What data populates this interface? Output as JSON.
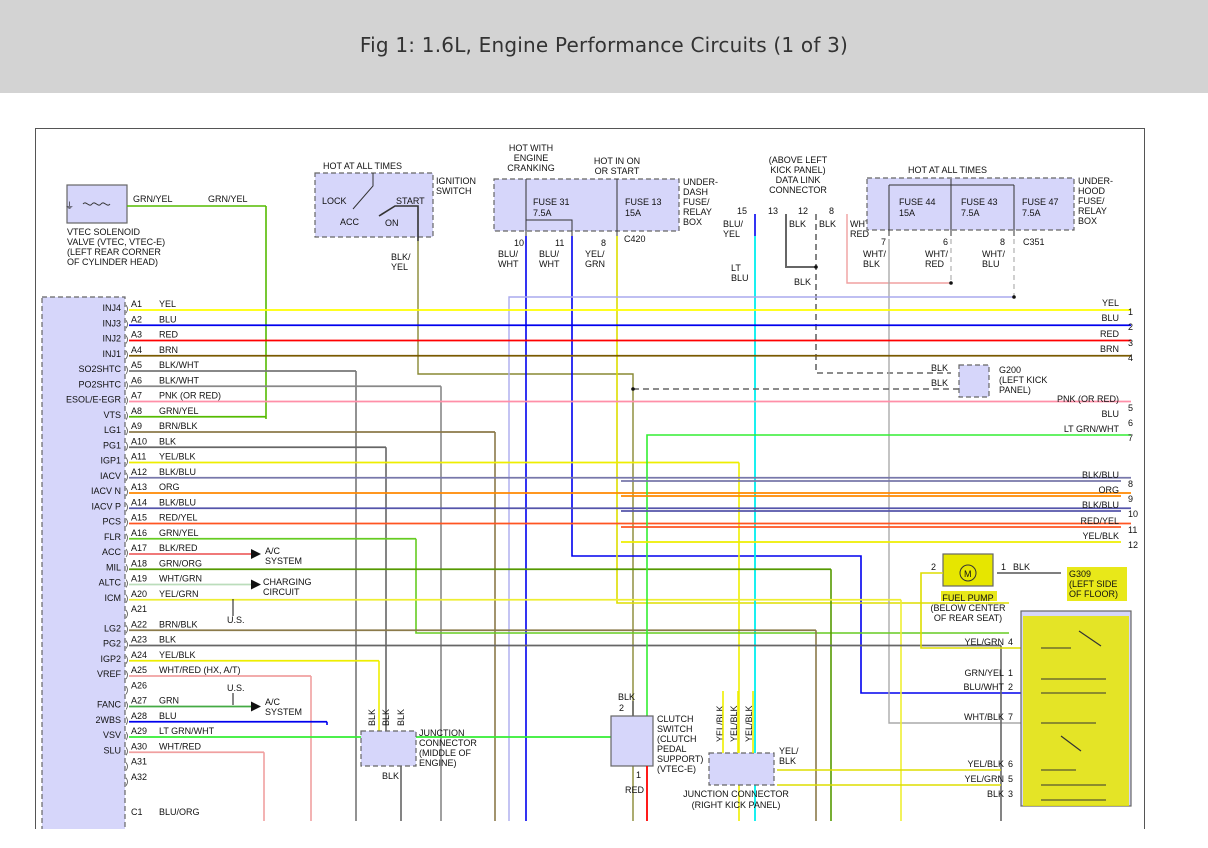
{
  "header": {
    "title": "Fig 1: 1.6L, Engine Performance Circuits (1 of 3)"
  },
  "components": {
    "vtec_solenoid": {
      "label": [
        "VTEC SOLENOID",
        "VALVE  (VTEC, VTEC-E)",
        "(LEFT REAR CORNER",
        "OF CYLINDER HEAD)"
      ],
      "wire1": "GRN/YEL",
      "wire2": "GRN/YEL"
    },
    "ignition_switch": {
      "supply": "HOT AT ALL TIMES",
      "label": [
        "IGNITION",
        "SWITCH"
      ],
      "positions": [
        "LOCK",
        "ACC",
        "ON",
        "START"
      ],
      "output_wire": [
        "BLK/",
        "YEL"
      ]
    },
    "underdash_fuse_box": {
      "label": [
        "UNDER-",
        "DASH",
        "FUSE/",
        "RELAY",
        "BOX"
      ],
      "supply_left": [
        "HOT WITH",
        "ENGINE",
        "CRANKING"
      ],
      "supply_right": [
        "HOT IN ON",
        "OR START"
      ],
      "fuses": [
        {
          "name": "FUSE 31",
          "rating": "7.5A"
        },
        {
          "name": "FUSE 13",
          "rating": "15A"
        }
      ],
      "connector": "C420",
      "pins": [
        {
          "pin": "10",
          "wire": [
            "BLU/",
            "WHT"
          ]
        },
        {
          "pin": "11",
          "wire": [
            "BLU/",
            "WHT"
          ]
        },
        {
          "pin": "8",
          "wire": [
            "YEL/",
            "GRN"
          ]
        }
      ]
    },
    "data_link_connector": {
      "label": [
        "(ABOVE LEFT",
        "KICK PANEL)",
        "DATA LINK",
        "CONNECTOR"
      ],
      "pins": [
        {
          "pin": "15",
          "wire": [
            "BLU/",
            "YEL"
          ]
        },
        {
          "pin": "13",
          "wire": [
            "BLK"
          ]
        },
        {
          "pin": "12",
          "wire": [
            "BLK"
          ]
        },
        {
          "pin": "8",
          "wire": [
            "WHT/",
            "RED"
          ]
        }
      ],
      "below_wire": [
        "LT",
        "BLU"
      ],
      "blk_label": "BLK"
    },
    "underhood_fuse_box": {
      "label": [
        "UNDER-",
        "HOOD",
        "FUSE/",
        "RELAY",
        "BOX"
      ],
      "supply": "HOT AT ALL TIMES",
      "fuses": [
        {
          "name": "FUSE 44",
          "rating": "15A"
        },
        {
          "name": "FUSE 43",
          "rating": "7.5A"
        },
        {
          "name": "FUSE 47",
          "rating": "7.5A"
        }
      ],
      "connector": "C351",
      "pins": [
        {
          "pin": "7",
          "wire": [
            "WHT/",
            "BLK"
          ]
        },
        {
          "pin": "6",
          "wire": [
            "WHT/",
            "RED"
          ]
        },
        {
          "pin": "8",
          "wire": [
            "WHT/",
            "BLU"
          ]
        }
      ]
    },
    "g200": {
      "label": [
        "G200",
        "(LEFT KICK",
        "PANEL)"
      ],
      "wires": [
        "BLK",
        "BLK"
      ]
    },
    "fuel_pump": {
      "label": [
        "FUEL PUMP",
        "(BELOW CENTER",
        "OF REAR SEAT)"
      ],
      "pin_left": "2",
      "pin_right": "1",
      "out_wire": "BLK",
      "ground": [
        "G309",
        "(LEFT SIDE",
        "OF FLOOR)"
      ],
      "motor": "M"
    },
    "main_relay": {
      "pins": [
        {
          "wire": "YEL/GRN",
          "pin": "4"
        },
        {
          "wire": "GRN/YEL",
          "pin": "1"
        },
        {
          "wire": "BLU/WHT",
          "pin": "2"
        },
        {
          "wire": "WHT/BLK",
          "pin": "7"
        },
        {
          "wire": "YEL/BLK",
          "pin": "6"
        },
        {
          "wire": "YEL/GRN",
          "pin": "5"
        },
        {
          "wire": "BLK",
          "pin": "3"
        }
      ]
    },
    "junction_engine": {
      "label": [
        "JUNCTION",
        "CONNECTOR",
        "(MIDDLE OF",
        "ENGINE)"
      ],
      "inputs": [
        "BLK",
        "BLK",
        "BLK"
      ],
      "output": "BLK"
    },
    "clutch_switch": {
      "label": [
        "CLUTCH",
        "SWITCH",
        "(CLUTCH",
        "PEDAL",
        "SUPPORT)",
        "(VTEC-E)"
      ],
      "pin_top": "2",
      "wire_top": "BLK",
      "pin_bottom": "1",
      "wire_bottom": "RED"
    },
    "junction_kick": {
      "label": [
        "JUNCTION CONNECTOR",
        "(RIGHT KICK PANEL)"
      ],
      "inputs": [
        "YEL/BLK",
        "YEL/BLK",
        "YEL/BLK"
      ],
      "output": [
        "YEL/",
        "BLK"
      ]
    },
    "ac_system_1": [
      "A/C",
      "SYSTEM"
    ],
    "charging": [
      "CHARGING",
      "CIRCUIT"
    ],
    "ac_system_2": [
      "A/C",
      "SYSTEM"
    ],
    "us_label": "U.S."
  },
  "ecm_pins": [
    {
      "fn": "INJ4",
      "pin": "A1",
      "wire": "YEL",
      "color": "#ffff00"
    },
    {
      "fn": "INJ3",
      "pin": "A2",
      "wire": "BLU",
      "color": "#0000ee"
    },
    {
      "fn": "INJ2",
      "pin": "A3",
      "wire": "RED",
      "color": "#ff0000"
    },
    {
      "fn": "INJ1",
      "pin": "A4",
      "wire": "BRN",
      "color": "#7a5a00"
    },
    {
      "fn": "SO2SHTC",
      "pin": "A5",
      "wire": "BLK/WHT",
      "color": "#777777"
    },
    {
      "fn": "PO2SHTC",
      "pin": "A6",
      "wire": "BLK/WHT",
      "color": "#888888"
    },
    {
      "fn": "ESOL/E-EGR",
      "pin": "A7",
      "wire": "PNK (OR RED)",
      "color": "#ff8fa8"
    },
    {
      "fn": "VTS",
      "pin": "A8",
      "wire": "GRN/YEL",
      "color": "#55bb00"
    },
    {
      "fn": "LG1",
      "pin": "A9",
      "wire": "BRN/BLK",
      "color": "#8b7a4a"
    },
    {
      "fn": "PG1",
      "pin": "A10",
      "wire": "BLK",
      "color": "#666666"
    },
    {
      "fn": "IGP1",
      "pin": "A11",
      "wire": "YEL/BLK",
      "color": "#eeee00"
    },
    {
      "fn": "IACV",
      "pin": "A12",
      "wire": "BLK/BLU",
      "color": "#7777aa"
    },
    {
      "fn": "IACV N",
      "pin": "A13",
      "wire": "ORG",
      "color": "#ff8800"
    },
    {
      "fn": "IACV P",
      "pin": "A14",
      "wire": "BLK/BLU",
      "color": "#5555aa"
    },
    {
      "fn": "PCS",
      "pin": "A15",
      "wire": "RED/YEL",
      "color": "#ff5522"
    },
    {
      "fn": "FLR",
      "pin": "A16",
      "wire": "GRN/YEL",
      "color": "#66cc22"
    },
    {
      "fn": "ACC",
      "pin": "A17",
      "wire": "BLK/RED",
      "color": "#ee6666"
    },
    {
      "fn": "MIL",
      "pin": "A18",
      "wire": "GRN/ORG",
      "color": "#559900"
    },
    {
      "fn": "ALTC",
      "pin": "A19",
      "wire": "WHT/GRN",
      "color": "#bbddbb"
    },
    {
      "fn": "ICM",
      "pin": "A20",
      "wire": "YEL/GRN",
      "color": "#eeee33"
    },
    {
      "fn": "",
      "pin": "A21",
      "wire": "",
      "color": ""
    },
    {
      "fn": "LG2",
      "pin": "A22",
      "wire": "BRN/BLK",
      "color": "#8b7a4a"
    },
    {
      "fn": "PG2",
      "pin": "A23",
      "wire": "BLK",
      "color": "#666666"
    },
    {
      "fn": "IGP2",
      "pin": "A24",
      "wire": "YEL/BLK",
      "color": "#eeee00"
    },
    {
      "fn": "VREF",
      "pin": "A25",
      "wire": "WHT/RED (HX, A/T)",
      "color": "#f0a0a0"
    },
    {
      "fn": "",
      "pin": "A26",
      "wire": "",
      "color": ""
    },
    {
      "fn": "FANC",
      "pin": "A27",
      "wire": "GRN",
      "color": "#44aa44"
    },
    {
      "fn": "2WBS",
      "pin": "A28",
      "wire": "BLU",
      "color": "#0000ee"
    },
    {
      "fn": "VSV",
      "pin": "A29",
      "wire": "LT GRN/WHT",
      "color": "#33ee33"
    },
    {
      "fn": "SLU",
      "pin": "A30",
      "wire": "WHT/RED",
      "color": "#f0a0a0"
    },
    {
      "fn": "",
      "pin": "A31",
      "wire": "",
      "color": ""
    },
    {
      "fn": "",
      "pin": "A32",
      "wire": "",
      "color": ""
    },
    {
      "fn": "",
      "pin": "C1",
      "wire": "BLU/ORG",
      "color": ""
    }
  ],
  "right_outputs": [
    {
      "num": "1",
      "wire": "YEL",
      "color": "#ffff00"
    },
    {
      "num": "2",
      "wire": "BLU",
      "color": "#0000ee"
    },
    {
      "num": "3",
      "wire": "RED",
      "color": "#ff0000"
    },
    {
      "num": "4",
      "wire": "BRN",
      "color": "#7a5a00"
    },
    {
      "num": "5",
      "wire": "PNK (OR RED)",
      "color": "#ff8fa8"
    },
    {
      "num": "6",
      "wire": "BLU",
      "color": "#0000ee"
    },
    {
      "num": "7",
      "wire": "LT GRN/WHT",
      "color": "#33ee33"
    },
    {
      "num": "8",
      "wire": "BLK/BLU",
      "color": "#7777aa"
    },
    {
      "num": "9",
      "wire": "ORG",
      "color": "#ff8800"
    },
    {
      "num": "10",
      "wire": "BLK/BLU",
      "color": "#5555aa"
    },
    {
      "num": "11",
      "wire": "RED/YEL",
      "color": "#ff5522"
    },
    {
      "num": "12",
      "wire": "YEL/BLK",
      "color": "#eeee00"
    }
  ],
  "colors": {
    "component_fill": "#d6d6fa",
    "highlight": "#e6e600",
    "frame": "#555555"
  }
}
